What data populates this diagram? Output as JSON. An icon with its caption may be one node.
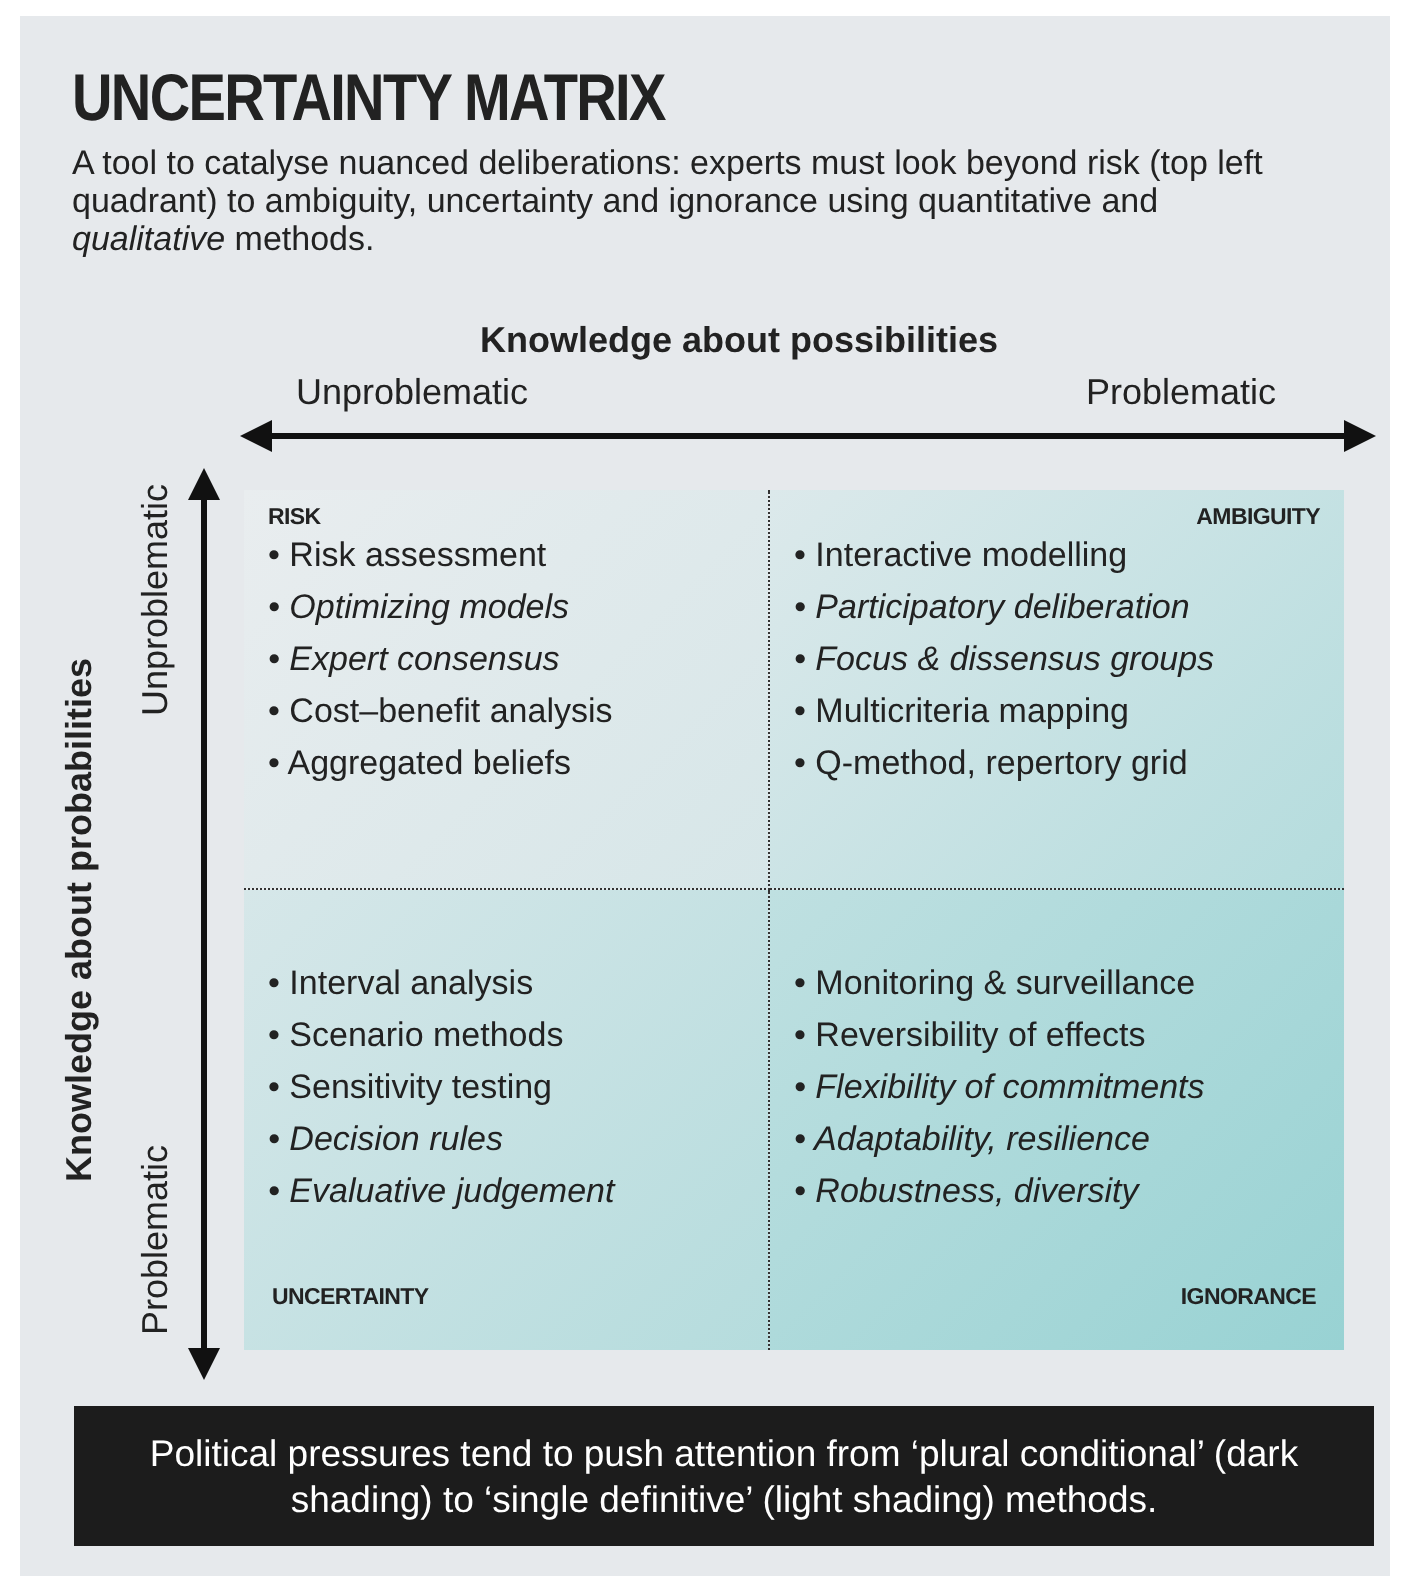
{
  "diagram": {
    "title": "UNCERTAINTY MATRIX",
    "caption": "Political pressures tend to push attention from ‘plural conditional’ (dark shading) to ‘single definitive’ (light shading) methods.",
    "nodes": [
      {
        "text": [
          "RISK",
          "• Risk assessment",
          "• Optimizing models",
          "• Expert consensus",
          "• Cost–benefit analysis",
          "• Aggregated beliefs"
        ]
      },
      {
        "text": [
          "AMBIGUITY",
          "• Interactive modelling",
          "• Participatory deliberation",
          "• Focus & dissensus groups",
          "• Multicriteria mapping",
          "• Q-method, repertory grid"
        ]
      },
      {
        "text": [
          "• Interval analysis",
          "• Scenario methods",
          "• Sensitivity testing",
          "• Decision rules",
          "• Evaluative judgement",
          "UNCERTAINTY"
        ]
      },
      {
        "text": [
          "• Monitoring & surveillance",
          "• Reversibility of effects",
          "• Flexibility of commitments",
          "• Adaptability, resilience",
          "• Robustness, diversity",
          "IGNORANCE"
        ]
      }
    ],
    "labels": [
      "A tool to catalyse nuanced deliberations: experts must look beyond risk (top left quadrant) to ambiguity, uncertainty and ignorance using quantitative and *qualitative* methods.",
      "Knowledge about possibilities",
      "Unproblematic",
      "Problematic",
      "Knowledge about probabilities",
      "Unproblematic",
      "Problematic"
    ]
  }
}
